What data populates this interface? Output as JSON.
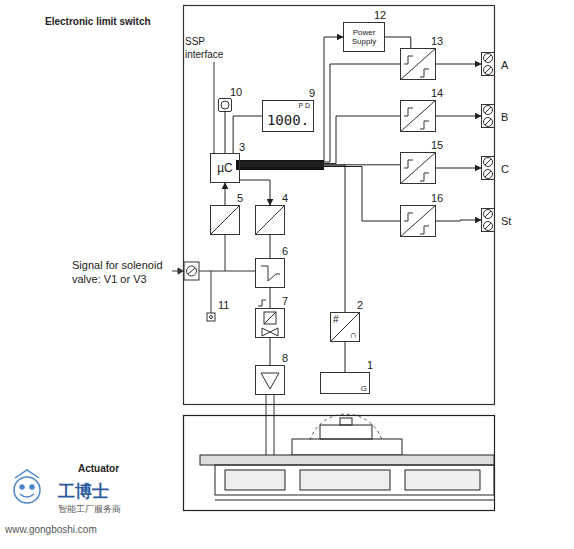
{
  "diagram": {
    "title": "Electronic limit switch",
    "nodes": [
      {
        "text": [
          "12",
          "Power Supply"
        ]
      },
      {
        "text": [
          "13"
        ]
      },
      {
        "text": [
          "10"
        ]
      },
      {
        "text": [
          "9",
          "P D",
          "1000."
        ]
      },
      {
        "text": [
          "14"
        ]
      },
      {
        "text": [
          "3",
          "µC"
        ]
      },
      {
        "text": [
          "15"
        ]
      },
      {
        "text": [
          "5"
        ]
      },
      {
        "text": [
          "4"
        ]
      },
      {
        "text": [
          "16"
        ]
      },
      {
        "text": [
          "6"
        ]
      },
      {
        "text": [
          "7"
        ]
      },
      {
        "text": [
          "2",
          "#",
          "∩"
        ]
      },
      {
        "text": [
          "8"
        ]
      },
      {
        "text": [
          "1",
          "G"
        ]
      },
      {
        "text": [
          "A"
        ]
      },
      {
        "text": [
          "B"
        ]
      },
      {
        "text": [
          "C"
        ]
      },
      {
        "text": [
          "St"
        ]
      }
    ],
    "edges": [
      {
        "from": 5,
        "to": 0,
        "arrow": "to"
      },
      {
        "from": 5,
        "to": 1,
        "arrow": "none"
      },
      {
        "from": 5,
        "to": 4,
        "arrow": "none"
      },
      {
        "from": 5,
        "to": 6,
        "arrow": "none"
      },
      {
        "from": 5,
        "to": 9,
        "arrow": "none"
      },
      {
        "from": 0,
        "to": 1,
        "arrow": "none"
      },
      {
        "from": 1,
        "to": 15,
        "arrow": "to"
      },
      {
        "from": 4,
        "to": 16,
        "arrow": "to"
      },
      {
        "from": 6,
        "to": 17,
        "arrow": "to"
      },
      {
        "from": 9,
        "to": 18,
        "arrow": "to"
      },
      {
        "from": 5,
        "to": 8,
        "arrow": "to"
      },
      {
        "from": 7,
        "to": 5,
        "arrow": "to"
      },
      {
        "from": 2,
        "to": 5,
        "arrow": "none"
      },
      {
        "from": 3,
        "to": 5,
        "arrow": "none"
      },
      {
        "from": 8,
        "to": 10,
        "arrow": "none"
      },
      {
        "from": 10,
        "to": 11,
        "arrow": "none"
      },
      {
        "from": 11,
        "to": 13,
        "arrow": "none"
      },
      {
        "from": 12,
        "to": 5,
        "arrow": "none"
      },
      {
        "from": 14,
        "to": 12,
        "arrow": "none"
      }
    ],
    "labels": [
      "SSP interface",
      "11",
      "Signal for solenoid valve: V1 or V3",
      "Actuator",
      "工博士",
      "智能工厂服务商",
      "www.gongboshi.com"
    ]
  }
}
